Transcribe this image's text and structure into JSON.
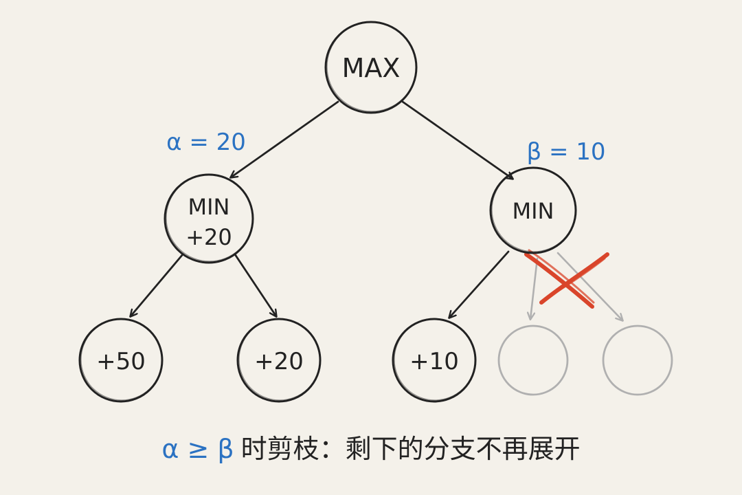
{
  "nodes": {
    "root": {
      "label": "MAX"
    },
    "min_left": {
      "label": "MIN",
      "value": "+20"
    },
    "min_right": {
      "label": "MIN"
    },
    "leaf_1": {
      "value": "+50"
    },
    "leaf_2": {
      "value": "+20"
    },
    "leaf_3": {
      "value": "+10"
    }
  },
  "annotations": {
    "alpha": "α = 20",
    "beta": "β = 10"
  },
  "caption": {
    "alpha_symbol": "α",
    "relation": "≥",
    "beta_symbol": "β",
    "text": "时剪枝：剩下的分支不再展开"
  },
  "colors": {
    "background": "#f4f1ea",
    "ink": "#222222",
    "annotation": "#2b72c2",
    "pruned": "#b0b0b0",
    "cross": "#d9452b"
  }
}
